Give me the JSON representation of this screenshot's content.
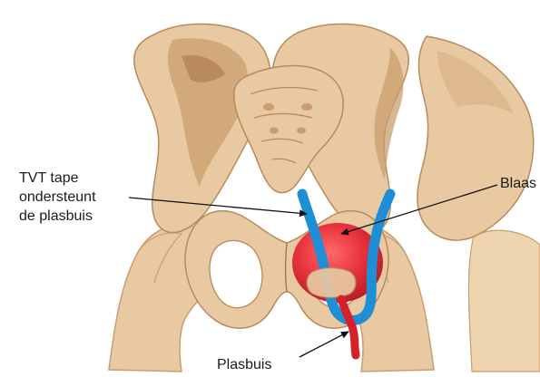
{
  "labels": {
    "tvt_line1": "TVT tape",
    "tvt_line2": "ondersteunt",
    "tvt_line3": "de plasbuis",
    "blaas": "Blaas",
    "plasbuis": "Plasbuis"
  },
  "colors": {
    "bone": "#e8c9a1",
    "bone_shadow": "#c99d6f",
    "bone_dark": "#a9784a",
    "bladder": "#e8323c",
    "tape": "#1e8fd6",
    "urethra": "#d8202c",
    "arrow": "#111111"
  }
}
